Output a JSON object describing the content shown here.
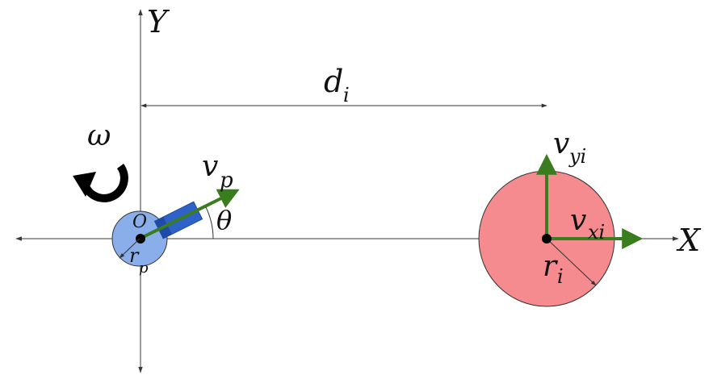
{
  "labels": {
    "y_axis": "Y",
    "x_axis": "X",
    "distance": "d",
    "distance_sub": "i",
    "omega": "ω",
    "origin": "O",
    "vp": "v",
    "vp_sub": "p",
    "theta": "θ",
    "rp": "r",
    "rp_sub": "p",
    "vyi": "v",
    "vyi_sub": "yi",
    "vxi": "v",
    "vxi_sub": "xi",
    "ri": "r",
    "ri_sub": "i"
  },
  "colors": {
    "pursuer_disc": "#8aaeea",
    "pursuer_body": "#2f62c8",
    "pursuer_body_dark": "#1f4aa8",
    "target_disc": "#f58a8f",
    "vector": "#3a7d1e",
    "axis": "#3a3a3a",
    "outline": "#333333"
  },
  "icons": {
    "rotation": "clockwise-rotation-arrow-icon"
  }
}
